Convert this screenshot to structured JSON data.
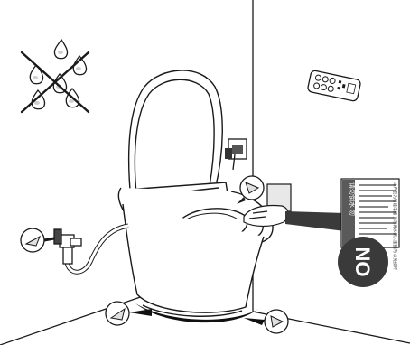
{
  "warning_label": {
    "vertical_heading": "请勿倒水 勿",
    "small_print": "本产品为智能电器 请勿将水倒入座圈内 以免损坏",
    "badge_text": "NO"
  },
  "icons": {
    "no_water": "no-water-icon",
    "remote": "remote-control-icon",
    "outlet": "power-outlet-icon",
    "hand": "hand-touch-icon",
    "pointer": "arrow-pointer-icon",
    "valve": "water-valve-icon"
  },
  "colors": {
    "line": "#1a1a1a",
    "badge": "#3a3a3a",
    "label_band": "#5a5a5a",
    "shadow": "#111111"
  }
}
